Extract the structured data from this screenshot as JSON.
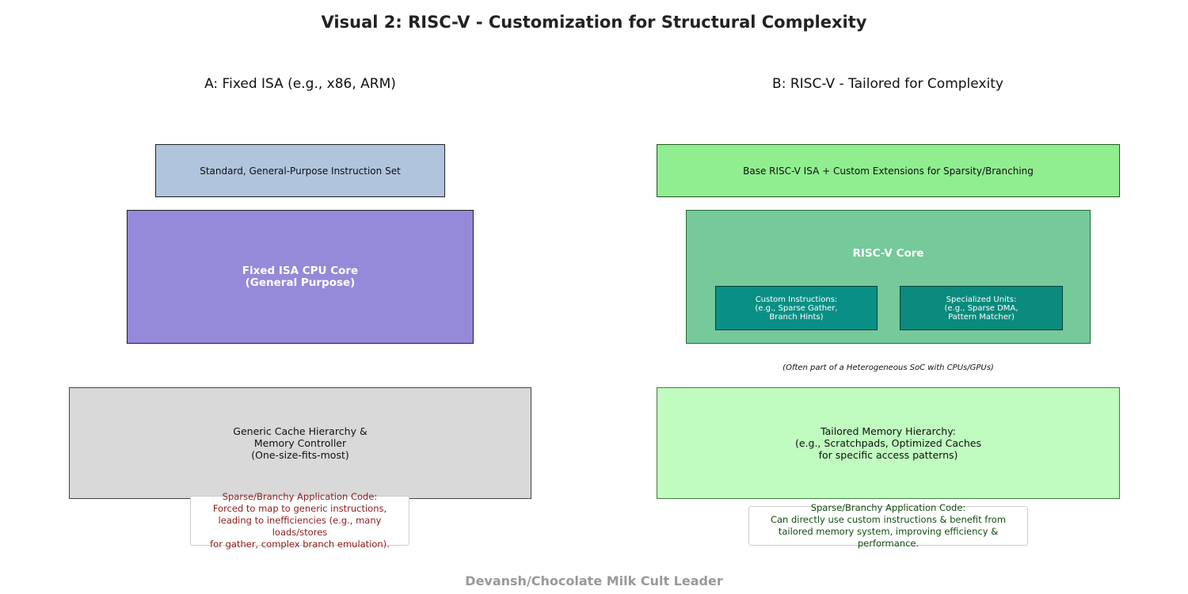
{
  "title": "Visual 2: RISC-V - Customization for Structural Complexity",
  "left_panel": {
    "title": "A: Fixed ISA (e.g., x86, ARM)",
    "instruction_set": "Standard, General-Purpose Instruction Set",
    "core": "Fixed ISA CPU Core\n(General Purpose)",
    "cache": "Generic Cache Hierarchy &\nMemory Controller\n(One-size-fits-most)",
    "note": "Sparse/Branchy Application Code:\nForced to map to generic instructions,\nleading to inefficiencies (e.g., many loads/stores\nfor gather, complex branch emulation)."
  },
  "right_panel": {
    "title": "B: RISC-V - Tailored for Complexity",
    "instruction_set": "Base RISC-V ISA + Custom Extensions for Sparsity/Branching",
    "core": "RISC-V Core",
    "custom_unit": "Custom Instructions:\n(e.g., Sparse Gather,\nBranch Hints)",
    "special_unit": "Specialized Units:\n(e.g., Sparse DMA,\nPattern Matcher)",
    "soc_note": "(Often part of a Heterogeneous SoC with CPUs/GPUs)",
    "memory": "Tailored Memory Hierarchy:\n(e.g., Scratchpads, Optimized Caches\nfor specific access patterns)",
    "note": "Sparse/Branchy Application Code:\nCan directly use custom instructions & benefit from\ntailored memory system, improving efficiency & performance."
  },
  "footer": "Devansh/Chocolate Milk Cult Leader",
  "colors": {
    "left_isa": "#b0c4de",
    "left_core": "#9589d9",
    "left_cache": "#d9d9d9",
    "left_note_text": "#8b1a1a",
    "right_isa": "#90ee90",
    "right_core": "#75c99a",
    "right_units": "#0a8f86",
    "right_memory": "#c0fcc0",
    "right_note_text": "#0f4d0f"
  }
}
